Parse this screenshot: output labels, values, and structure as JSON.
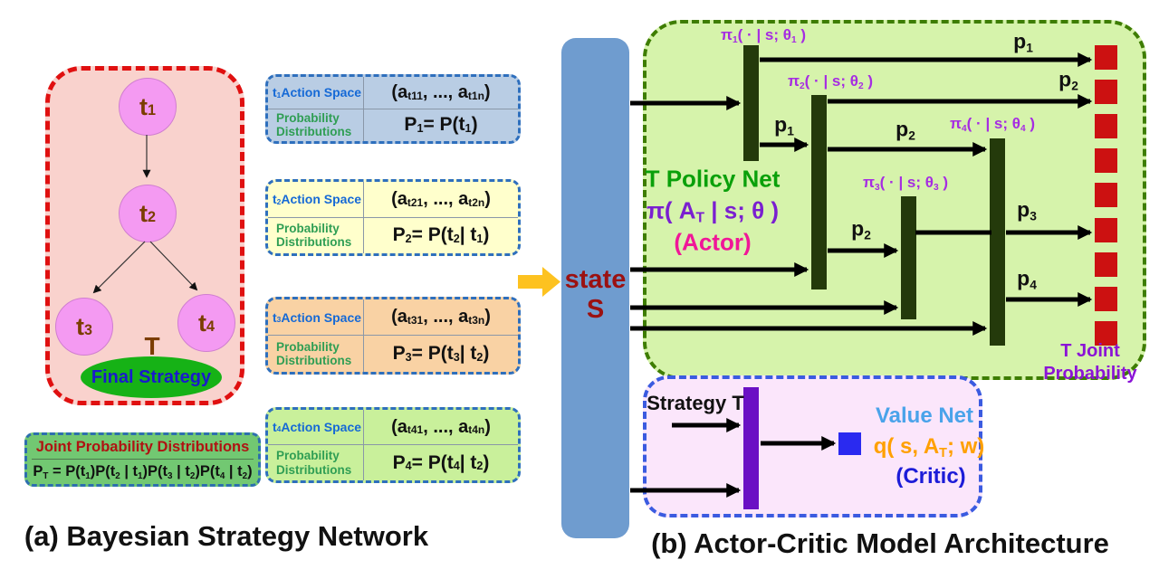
{
  "figure": {
    "caption_a": "(a) Bayesian Strategy Network",
    "caption_b": "(b) Actor-Critic Model Architecture"
  },
  "bsn": {
    "nodes": [
      {
        "label": "t_{1}"
      },
      {
        "label": "t_{2}"
      },
      {
        "label": "t_{3}"
      },
      {
        "label": "t_{4}"
      }
    ],
    "tree_symbol": "T",
    "final_strategy_label": "Final Strategy",
    "joint": {
      "title": "Joint Probability Distributions",
      "formula": "P_{T} = P(t_{1})P(t_{2} | t_{1})P(t_{3} | t_{2})P(t_{4} | t_{2})"
    },
    "tables": [
      {
        "space_label": "t_{1} Action Space",
        "actions": "(a_{t11}, ..., a_{t1n})",
        "dist_label": "Probability Distributions",
        "dist_formula": "P_{1} = P(t_{1})",
        "bg": "#b9cde4"
      },
      {
        "space_label": "t_{2} Action Space",
        "actions": "(a_{t21}, ..., a_{t2n})",
        "dist_label": "Probability Distributions",
        "dist_formula": "P_{2} = P(t_{2} | t_{1})",
        "bg": "#ffffcc"
      },
      {
        "space_label": "t_{3} Action Space",
        "actions": "(a_{t31}, ..., a_{t3n})",
        "dist_label": "Probability Distributions",
        "dist_formula": "P_{3} = P(t_{3} | t_{2})",
        "bg": "#f9d2a4"
      },
      {
        "space_label": "t_{4} Action Space",
        "actions": "(a_{t41}, ..., a_{t4n})",
        "dist_label": "Probability Distributions",
        "dist_formula": "P_{4} = P(t_{4} | t_{2})",
        "bg": "#c9f09b"
      }
    ]
  },
  "state": {
    "label": "state\nS"
  },
  "policy": {
    "title": "T Policy Net",
    "formula": "π( A_{T} | s; θ )",
    "role": "(Actor)",
    "pi": [
      "π_{1}( · | s; θ_{1} )",
      "π_{2}( · | s; θ_{2} )",
      "π_{3}( · | s; θ_{3} )",
      "π_{4}( · | s; θ_{4} )"
    ],
    "p": [
      "p_{1}",
      "p_{2}",
      "p_{1}",
      "p_{2}",
      "p_{2}",
      "p_{3}",
      "p_{4}"
    ],
    "output_label": "T Joint\nProbability"
  },
  "value": {
    "input_label": "Strategy T",
    "title": "Value Net",
    "formula": "q( s, A_{T}; w)",
    "role": "(Critic)"
  },
  "colors": {
    "bsn_panel_bg": "#f9d2cd",
    "bsn_border": "#e01010",
    "node_fill": "#f49af2",
    "node_text": "#7b3d00",
    "final_strategy_bg": "#16b216",
    "final_strategy_text": "#1a1acc",
    "joint_box_bg": "#72c872",
    "joint_title": "#b01212",
    "table_border": "#2e6fbd",
    "space_label_text": "#1569d6",
    "dist_label_text": "#2f9e54",
    "flow_arrow": "#fdc220",
    "state_bar": "#6f9ccf",
    "state_text": "#9b1111",
    "policy_box_bg": "#d6f3ab",
    "policy_border": "#3e7d02",
    "policy_bar": "#243a0b",
    "policy_title_text": "#0aa00a",
    "policy_formula_text": "#7a1fd0",
    "actor_text": "#f01698",
    "pi_label_text": "#a62ce2",
    "prob_square": "#cc1111",
    "joint_prob_label_text": "#8b13d6",
    "value_box_bg": "#fbe6fb",
    "value_border": "#3b5be0",
    "value_bar": "#6a10c4",
    "value_square": "#2a2af0",
    "value_title_text": "#4aa3ea",
    "value_formula_text": "#ffa000",
    "critic_text": "#1c1cd8"
  }
}
